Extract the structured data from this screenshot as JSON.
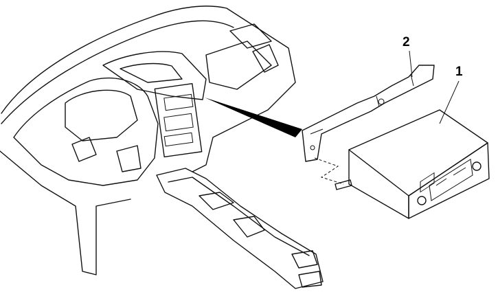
{
  "diagram": {
    "callouts": [
      {
        "number": "1",
        "part": "radio-unit"
      },
      {
        "number": "2",
        "part": "mounting-bracket"
      }
    ],
    "colors": {
      "line": "#111111",
      "background": "#ffffff"
    }
  }
}
